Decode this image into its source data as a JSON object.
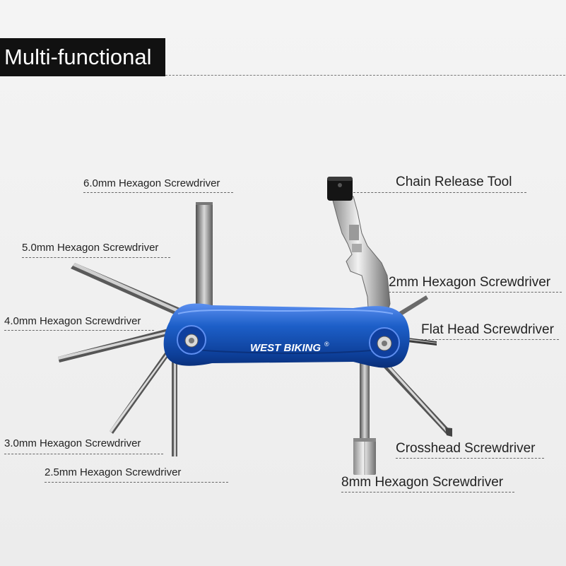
{
  "title": "Multi-functional",
  "brand": "WEST BIKING",
  "brand_mark": "®",
  "colors": {
    "body": "#1d5fc8",
    "title_bg": "#111111",
    "background": "#eeeeee"
  },
  "callouts": {
    "hex6": "6.0mm Hexagon Screwdriver",
    "hex5": "5.0mm Hexagon Screwdriver",
    "hex4": "4.0mm Hexagon Screwdriver",
    "hex3": "3.0mm Hexagon Screwdriver",
    "hex25": "2.5mm Hexagon Screwdriver",
    "chain": "Chain Release Tool",
    "hex2": "2mm Hexagon Screwdriver",
    "flat": "Flat Head Screwdriver",
    "cross": "Crosshead Screwdriver",
    "hex8": "8mm Hexagon Screwdriver"
  }
}
